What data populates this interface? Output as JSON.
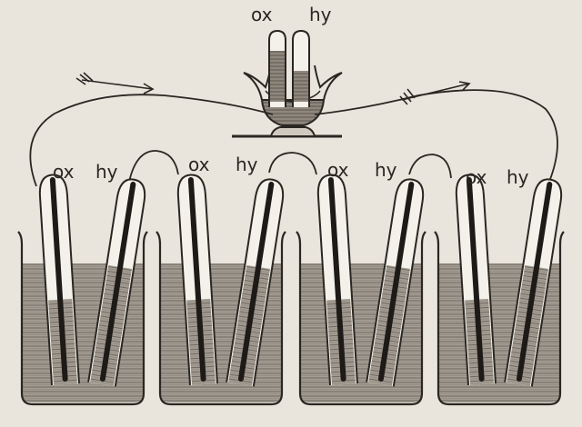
{
  "labels": {
    "top_ox": "ox",
    "top_hy": "hy",
    "cell1_ox": "ox",
    "cell1_hy": "hy",
    "cell2_ox": "ox",
    "cell2_hy": "hy",
    "cell3_ox": "ox",
    "cell3_hy": "hy",
    "cell4_ox": "ox",
    "cell4_hy": "hy"
  },
  "colors": {
    "background": "#e9e5dc",
    "ink": "#2a2622",
    "liquid": "#9c948a",
    "glass": "#f4f1ea"
  }
}
